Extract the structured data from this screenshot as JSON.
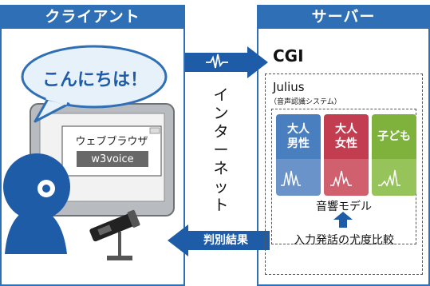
{
  "client": {
    "header": "クライアント",
    "speech": "こんにちは！",
    "browser_label": "ウェブブラウザ",
    "browser_app": "w3voice"
  },
  "network": {
    "label_chars": [
      "イ",
      "ン",
      "タ",
      "ー",
      "ネ",
      "ッ",
      "ト"
    ]
  },
  "server": {
    "header": "サーバー",
    "cgi": "CGI",
    "julius": "Julius",
    "julius_sub": "（音声認識システム）"
  },
  "models": [
    {
      "line1": "大人",
      "line2": "男性",
      "color_top": "#4a7fbf",
      "color_bottom": "#6a93c9"
    },
    {
      "line1": "大人",
      "line2": "女性",
      "color_top": "#c33d50",
      "color_bottom": "#d0606e"
    },
    {
      "line1": "子ども",
      "line2": "",
      "color_top": "#7fb23c",
      "color_bottom": "#96c45a"
    }
  ],
  "acoustic_model_label": "音響モデル",
  "compare_label": "入力発話の尤度比較",
  "result_label": "判別結果",
  "colors": {
    "accent": "#2f6fb5",
    "speech_fill": "#e6f1fa"
  }
}
